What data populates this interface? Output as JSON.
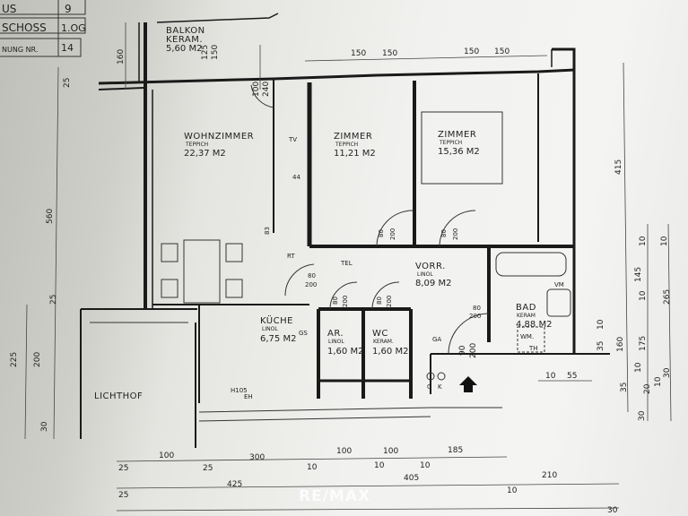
{
  "info_table": [
    {
      "label": "US",
      "value": "9"
    },
    {
      "label": "SCHOSS",
      "value": "1.OG"
    },
    {
      "label": "NUNG NR.",
      "value": "14"
    }
  ],
  "rooms": {
    "balkon": {
      "name": "BALKON",
      "floor": "KERAM.",
      "area": "5,60 M2"
    },
    "wohnzimmer": {
      "name": "WOHNZIMMER",
      "floor": "TEPPICH",
      "area": "22,37 M2"
    },
    "zimmer1": {
      "name": "ZIMMER",
      "floor": "TEPPICH",
      "area": "11,21 M2"
    },
    "zimmer2": {
      "name": "ZIMMER",
      "floor": "TEPPICH",
      "area": "15,36 M2"
    },
    "vorraum": {
      "name": "VORR.",
      "floor": "LINOL",
      "area": "8,09 M2"
    },
    "kueche": {
      "name": "KÜCHE",
      "floor": "LINOL",
      "area": "6,75 M2"
    },
    "abstellraum": {
      "name": "AR.",
      "floor": "LINOL",
      "area": "1,60 M2"
    },
    "wc": {
      "name": "WC",
      "floor": "KERAM.",
      "area": "1,60 M2"
    },
    "bad": {
      "name": "BAD",
      "floor": "KERAM",
      "area": "4,88 M2"
    },
    "lichthof": {
      "name": "LICHTHOF"
    }
  },
  "symbols": {
    "tv": "TV",
    "rt": "RT",
    "tel": "TEL",
    "gs": "GS",
    "ga": "GA",
    "g": "G",
    "k": "K",
    "vm": "VM",
    "wm": "WM.",
    "th": "TH",
    "h105": "H105",
    "eh": "EH"
  },
  "doors": {
    "d80": "80",
    "d200": "200",
    "d90": "90"
  },
  "dimensions": {
    "top": [
      "160",
      "125",
      "150",
      "100",
      "240",
      "150",
      "150",
      "150",
      "150",
      "44",
      "83"
    ],
    "left": [
      "25",
      "560",
      "25",
      "225",
      "200",
      "30"
    ],
    "right": [
      "415",
      "10",
      "10",
      "145",
      "10",
      "265",
      "160",
      "175",
      "35",
      "10",
      "10",
      "30",
      "35",
      "20",
      "10",
      "30",
      "10",
      "55"
    ],
    "bottom": [
      "100",
      "300",
      "25",
      "25",
      "100",
      "100",
      "185",
      "10",
      "10",
      "10",
      "425",
      "405",
      "210",
      "25",
      "10",
      "30"
    ]
  },
  "watermark": "RE/MAX"
}
